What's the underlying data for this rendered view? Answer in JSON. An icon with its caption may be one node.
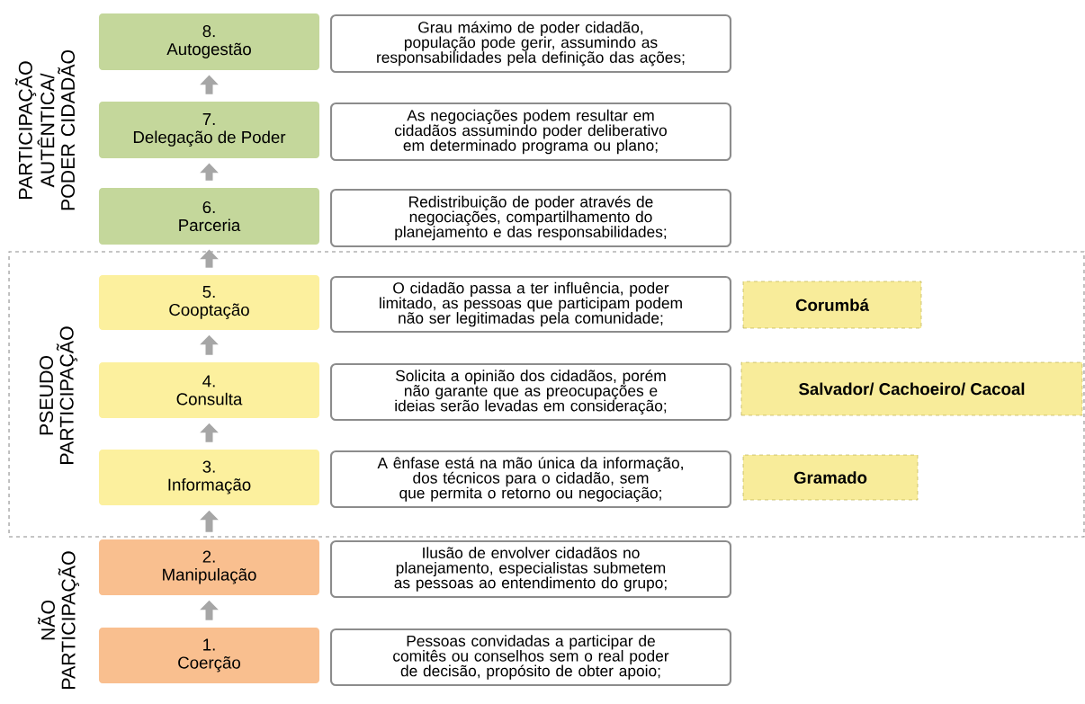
{
  "diagram": {
    "nodes": [
      {
        "text": [
          "8.",
          "Autogestão"
        ]
      },
      {
        "text": [
          "Grau máximo de poder cidadão, população pode gerir, assumindo as responsabilidades pela definição das ações;"
        ]
      },
      {
        "text": [
          "7.",
          "Delegação de Poder"
        ]
      },
      {
        "text": [
          "As negociações podem resultar em cidadãos assumindo poder deliberativo em determinado programa ou plano;"
        ]
      },
      {
        "text": [
          "6.",
          "Parceria"
        ]
      },
      {
        "text": [
          "Redistribuição de poder através de negociações, compartilhamento do planejamento e das responsabilidades;"
        ]
      },
      {
        "text": [
          "PSEUDO PARTICIPAÇÃO"
        ]
      },
      {
        "text": [
          "5.",
          "Cooptação"
        ],
        "in": 6
      },
      {
        "text": [
          "O cidadão passa a ter influência, poder limitado, as pessoas que participam podem não ser legitimadas pela comunidade;"
        ],
        "in": 6
      },
      {
        "text": [
          "Corumbá"
        ],
        "in": 6
      },
      {
        "text": [
          "4.",
          "Consulta"
        ],
        "in": 6
      },
      {
        "text": [
          "Solicita a opinião dos cidadãos, porém não garante que as preocupações e ideias serão levadas em consideração;"
        ],
        "in": 6
      },
      {
        "text": [
          "Salvador/ Cachoeiro/ Cacoal"
        ],
        "in": 6
      },
      {
        "text": [
          "3.",
          "Informação"
        ],
        "in": 6
      },
      {
        "text": [
          "A ênfase está na mão única da informação, dos técnicos para o cidadão, sem que permita o retorno ou negociação;"
        ],
        "in": 6
      },
      {
        "text": [
          "Gramado"
        ],
        "in": 6
      },
      {
        "text": [
          "2.",
          "Manipulação"
        ]
      },
      {
        "text": [
          "Ilusão de envolver cidadãos no planejamento, especialistas submetem as pessoas ao entendimento do grupo;"
        ]
      },
      {
        "text": [
          "1.",
          "Coerção"
        ]
      },
      {
        "text": [
          "Pessoas convidadas a participar de comitês ou conselhos sem o real poder de decisão, propósito de obter apoio;"
        ]
      }
    ],
    "edges": [
      {
        "from": 18,
        "to": 16,
        "arrow": "to"
      },
      {
        "from": 16,
        "to": 13,
        "arrow": "to"
      },
      {
        "from": 13,
        "to": 10,
        "arrow": "to"
      },
      {
        "from": 10,
        "to": 7,
        "arrow": "to"
      },
      {
        "from": 7,
        "to": 4,
        "arrow": "to"
      },
      {
        "from": 4,
        "to": 2,
        "arrow": "to"
      },
      {
        "from": 2,
        "to": 0,
        "arrow": "to"
      }
    ],
    "labels": [
      "PARTICIPAÇÃO AUTÊNTICA/ PODER CIDADÃO",
      "NÃO PARTICIPAÇÃO"
    ]
  }
}
